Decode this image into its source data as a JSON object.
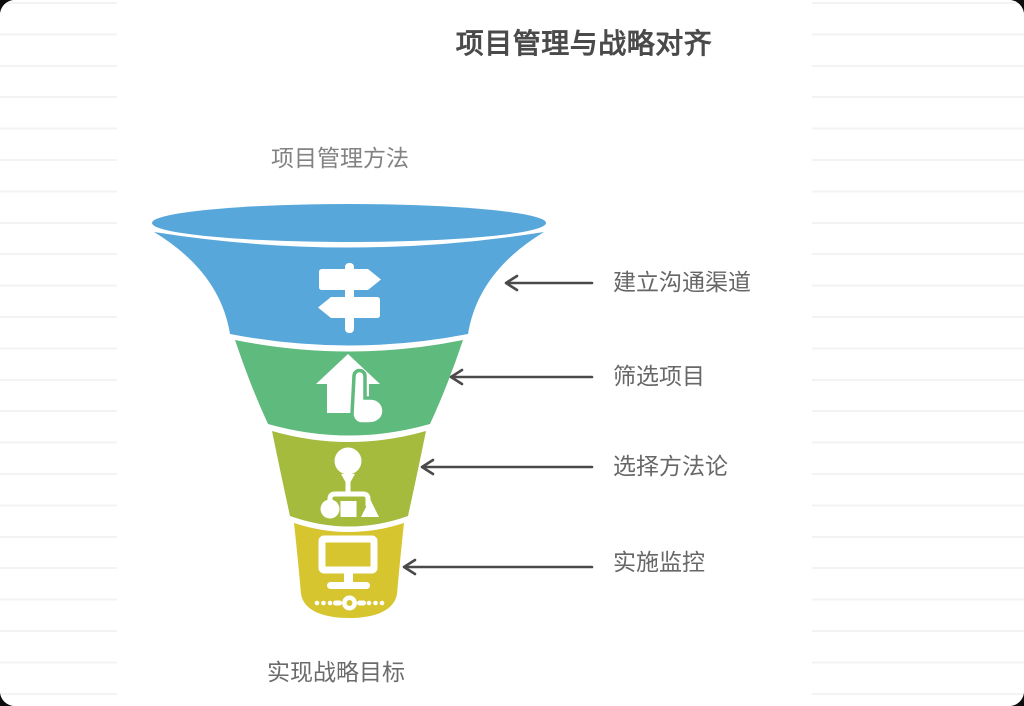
{
  "title": "项目管理与战略对齐",
  "funnel": {
    "top_label": "项目管理方法",
    "bottom_label": "实现战略目标",
    "stages": [
      {
        "label": "建立沟通渠道",
        "color": "#57A7DB",
        "icon": "signpost-icon"
      },
      {
        "label": "筛选项目",
        "color": "#5FBA7D",
        "icon": "tap-select-icon"
      },
      {
        "label": "选择方法论",
        "color": "#A4BB3E",
        "icon": "idea-structure-icon"
      },
      {
        "label": "实施监控",
        "color": "#D7C52F",
        "icon": "monitor-icon"
      }
    ]
  },
  "colors": {
    "arrow": "#4a4a4a",
    "title_text": "#4a4a4a",
    "stage_label_text": "#676767",
    "muted_label_text": "#828282",
    "card_background": "#ffffff",
    "ruled_line": "#f3f3f3"
  }
}
